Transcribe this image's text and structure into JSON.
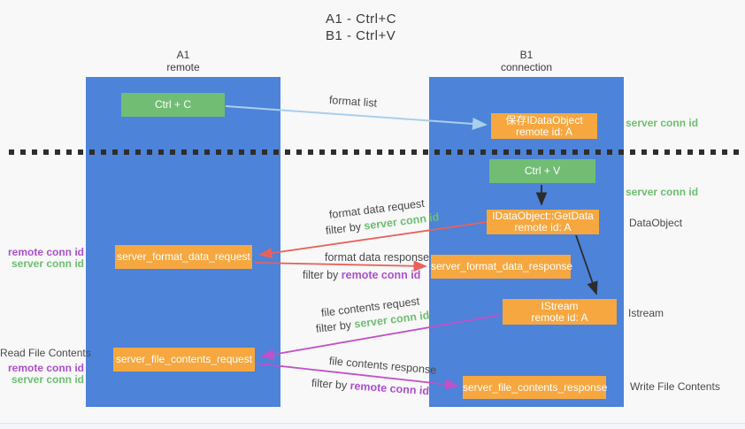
{
  "title": {
    "line1": "A1 - Ctrl+C",
    "line2": "B1 - Ctrl+V"
  },
  "lifelines": {
    "left": {
      "name": "A1",
      "role": "remote"
    },
    "right": {
      "name": "B1",
      "role": "connection"
    }
  },
  "boxes": {
    "ctrl_c": {
      "label": "Ctrl + C"
    },
    "ctrl_v": {
      "label": "Ctrl + V"
    },
    "save_dataobject": {
      "line1": "保存IDataObject",
      "line2": "remote id: A"
    },
    "getdata": {
      "line1": "IDataObject::GetData",
      "line2": "remote id: A"
    },
    "istream": {
      "line1": "IStream",
      "line2": "remote id: A"
    },
    "server_format_data_request": {
      "label": "server_format_data_request"
    },
    "server_format_data_response": {
      "label": "server_format_data_response"
    },
    "server_file_contents_request": {
      "label": "server_file_contents_request"
    },
    "server_file_contents_response": {
      "label": "server_file_contents_response"
    }
  },
  "flow_labels": {
    "format_list": "format list",
    "format_data_request": "format data request",
    "format_data_request_filter": {
      "prefix": "filter by ",
      "key": "server conn id"
    },
    "format_data_response": "format data response",
    "format_data_response_filter": {
      "prefix": "filter by ",
      "key": "remote conn id"
    },
    "file_contents_request": "file contents request",
    "file_contents_request_filter": {
      "prefix": "filter by ",
      "key": "server conn id"
    },
    "file_contents_response": "file contents response",
    "file_contents_response_filter": {
      "prefix": "filter by ",
      "key": "remote conn id"
    }
  },
  "side_labels": {
    "left_format": {
      "line1": "remote conn id",
      "line2": "server conn id"
    },
    "left_read": "Read File Contents",
    "left_file": {
      "line1": "remote conn id",
      "line2": "server conn id"
    },
    "right_server_conn_top": "server conn id",
    "right_server_conn_mid": "server conn id",
    "right_dataobject": "DataObject",
    "right_istream": "Istream",
    "right_write": "Write File Contents"
  },
  "colors": {
    "column_blue": "#4d83d8",
    "box_green": "#72bd74",
    "box_orange": "#f7a73f",
    "arrow_red": "#e8625c",
    "arrow_magenta": "#c250c8",
    "arrow_lightblue": "#a9cfec",
    "arrow_black": "#2c2c2c",
    "text_green": "#6cbf70",
    "text_purple": "#ad4fd1",
    "text_dark": "#4a4a4a"
  }
}
